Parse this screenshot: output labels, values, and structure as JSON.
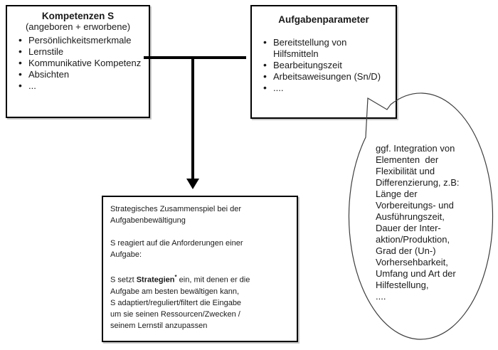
{
  "colors": {
    "background": "#ffffff",
    "border": "#000000",
    "shadow": "#c8c8c8",
    "arrow": "#000000",
    "bubble_stroke": "#3d3d3d"
  },
  "boxes": {
    "kompetenzen": {
      "title": "Kompetenzen S",
      "subtitle": "(angeboren + erworbene)",
      "items": [
        "Persönlichkeitsmerkmale",
        "Lernstile",
        "Kommunikative Kompetenz",
        "Absichten",
        "..."
      ]
    },
    "aufgabenparameter": {
      "title": "Aufgabenparameter",
      "items": [
        "Bereitstellung von Hilfsmitteln",
        "Bearbeitungszeit",
        "Arbeitsaweisungen (Sn/D)",
        "...."
      ]
    },
    "strategie": {
      "para1_lines": [
        "Strategisches Zusammenspiel bei der",
        "Aufgabenbewältigung"
      ],
      "para2_lines": [
        "S reagiert auf die Anforderungen einer",
        "Aufgabe:"
      ],
      "para3_pre": "S setzt ",
      "para3_bold": "Strategien",
      "para3_sup": "*",
      "para3_post": " ein, mit denen er die",
      "para3_lines": [
        "Aufgabe am besten bewältigen kann,",
        "S adaptiert/reguliert/filtert die Eingabe",
        "um sie seinen Ressourcen/Zwecken /",
        "seinem Lernstil anzupassen"
      ]
    }
  },
  "bubble": {
    "lines": [
      "ggf. Integration von",
      "Elementen  der",
      "Flexibilität und",
      "Differenzierung, z.B:",
      "Länge der",
      "Vorbereitungs- und",
      "Ausführungszeit,",
      "Dauer der Inter-",
      "aktion/Produktion,",
      "Grad der (Un-)",
      "Vorhersehbarkeit,",
      "Umfang und Art der",
      "Hilfestellung,",
      "...."
    ]
  }
}
